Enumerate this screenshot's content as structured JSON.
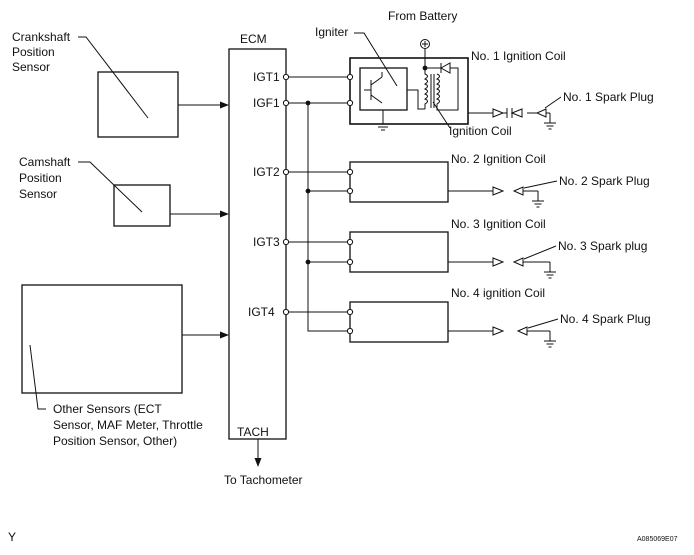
{
  "labels": {
    "from_battery": "From Battery",
    "ecm": "ECM",
    "igniter": "Igniter",
    "crankshaft_line1": "Crankshaft",
    "crankshaft_line2": "Position",
    "crankshaft_line3": "Sensor",
    "camshaft_line1": "Camshaft",
    "camshaft_line2": "Position",
    "camshaft_line3": "Sensor",
    "other_line1": "Other Sensors (ECT",
    "other_line2": "Sensor, MAF Meter, Throttle",
    "other_line3": "Position Sensor, Other)",
    "igt1": "IGT1",
    "igf1": "IGF1",
    "igt2": "IGT2",
    "igt3": "IGT3",
    "igt4": "IGT4",
    "tach": "TACH",
    "to_tachometer": "To Tachometer",
    "coil1": "No. 1 Ignition Coil",
    "coil2": "No. 2 Ignition Coil",
    "coil3": "No. 3 Ignition Coil",
    "coil4": "No. 4 ignition Coil",
    "ignition_coil": "Ignition Coil",
    "plug1": "No. 1 Spark Plug",
    "plug2": "No. 2 Spark Plug",
    "plug3": "No. 3 Spark plug",
    "plug4": "No. 4 Spark Plug",
    "corner_left": "Y",
    "figure_code": "A085069E07"
  },
  "icons": {
    "battery_terminal": "battery-positive-icon",
    "ground": "ground-icon",
    "spark_plug": "spark-plug-icon",
    "transistor": "transistor-icon",
    "diode": "diode-icon",
    "coil": "inductor-coil-icon"
  }
}
